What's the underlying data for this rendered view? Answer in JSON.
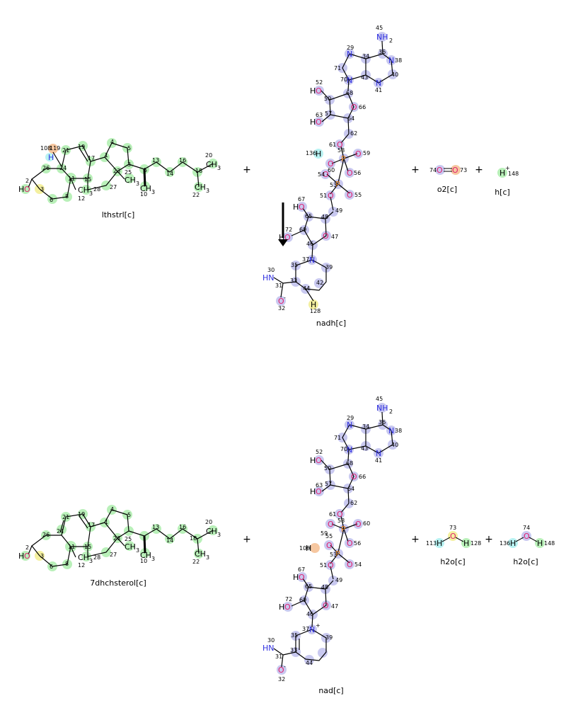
{
  "reaction": {
    "reactants": [
      {
        "id": "lthstrl",
        "label": "lthstrl[c]"
      },
      {
        "id": "nadh",
        "label": "nadh[c]"
      },
      {
        "id": "o2",
        "label": "o2[c]"
      },
      {
        "id": "h",
        "label": "h[c]"
      }
    ],
    "products": [
      {
        "id": "dhchsterol",
        "label": "7dhchsterol[c]"
      },
      {
        "id": "nad",
        "label": "nad[c]"
      },
      {
        "id": "h2o_a",
        "label": "h2o[c]"
      },
      {
        "id": "h2o_b",
        "label": "h2o[c]"
      }
    ],
    "plus_sign": "+",
    "arrow": "down"
  },
  "colors": {
    "green_highlight": "#b9f0b9",
    "purple_highlight": "#c9c9f0",
    "orange_highlight": "#f6c7a0",
    "cyan_highlight": "#b8f2f2",
    "yellow_highlight": "#f4f0a0",
    "oxygen": "#e0206f",
    "nitrogen": "#3030e0",
    "phosphorus": "#e08020",
    "bond": "#000000"
  },
  "atom_labels": {
    "lthstrl": {
      "numbers": [
        "108",
        "119",
        "19",
        "21",
        "4",
        "5",
        "17",
        "1",
        "2",
        "3",
        "26",
        "24",
        "11",
        "12",
        "13",
        "15",
        "28",
        "27",
        "23",
        "25",
        "10",
        "5",
        "13",
        "14",
        "16",
        "18",
        "20",
        "22",
        "6",
        "8"
      ],
      "ho": "HO",
      "h": "H",
      "ch3": "CH3"
    },
    "nadh": {
      "numbers": [
        "45",
        "29",
        "34",
        "36",
        "38",
        "71",
        "70",
        "43",
        "40",
        "41",
        "52",
        "50",
        "68",
        "66",
        "63",
        "57",
        "64",
        "62",
        "61",
        "136",
        "58",
        "59",
        "60",
        "54",
        "56",
        "53",
        "51",
        "55",
        "67",
        "49",
        "65",
        "72",
        "69",
        "48",
        "47",
        "46",
        "30",
        "35",
        "37",
        "39",
        "31",
        "33",
        "42",
        "44",
        "128",
        "32"
      ],
      "nh2": "NH2",
      "p": "P",
      "hn": "HN",
      "h": "H"
    },
    "o2": {
      "numbers": [
        "74",
        "73"
      ]
    },
    "h": {
      "numbers": [
        "148"
      ]
    },
    "dhchsterol": {
      "numbers": [
        "21",
        "19",
        "4",
        "5",
        "17",
        "1",
        "26",
        "24",
        "2",
        "11",
        "23",
        "13",
        "16",
        "20",
        "12",
        "15",
        "28",
        "27",
        "25",
        "14",
        "18",
        "10",
        "22",
        "6",
        "8",
        "3"
      ]
    },
    "nad": {
      "numbers": [
        "45",
        "29",
        "34",
        "36",
        "38",
        "71",
        "70",
        "43",
        "40",
        "41",
        "52",
        "50",
        "68",
        "66",
        "63",
        "57",
        "64",
        "62",
        "61",
        "58",
        "60",
        "59",
        "108",
        "55",
        "56",
        "53",
        "51",
        "54",
        "67",
        "49",
        "65",
        "72",
        "69",
        "48",
        "47",
        "46",
        "37",
        "30",
        "35",
        "39",
        "31",
        "33",
        "44",
        "32"
      ]
    },
    "h2o_a": {
      "numbers": [
        "73",
        "113",
        "128"
      ]
    },
    "h2o_b": {
      "numbers": [
        "74",
        "136",
        "148"
      ]
    }
  }
}
